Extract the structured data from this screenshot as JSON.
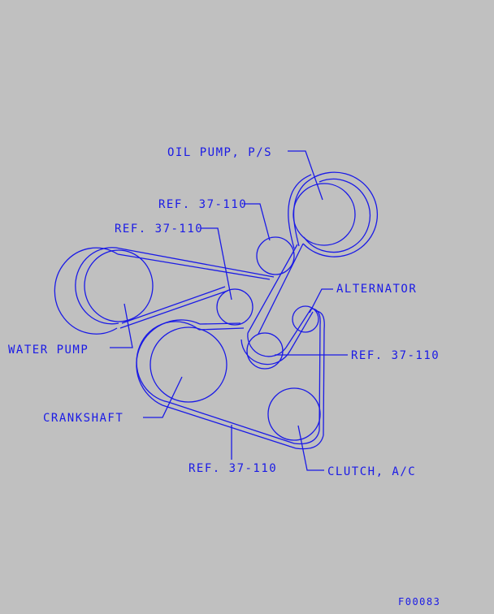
{
  "colors": {
    "background": "#c0c0c0",
    "ink": "#1a1ae6"
  },
  "labels": {
    "oil_pump": "OIL PUMP, P/S",
    "ref_idler_top": "REF. 37-110",
    "ref_idler_mid": "REF. 37-110",
    "alternator": "ALTERNATOR",
    "water_pump": "WATER PUMP",
    "ref_tensioner": "REF. 37-110",
    "crankshaft": "CRANKSHAFT",
    "ref_belt": "REF. 37-110",
    "clutch_ac": "CLUTCH, A/C",
    "figure_code": "F00083"
  }
}
